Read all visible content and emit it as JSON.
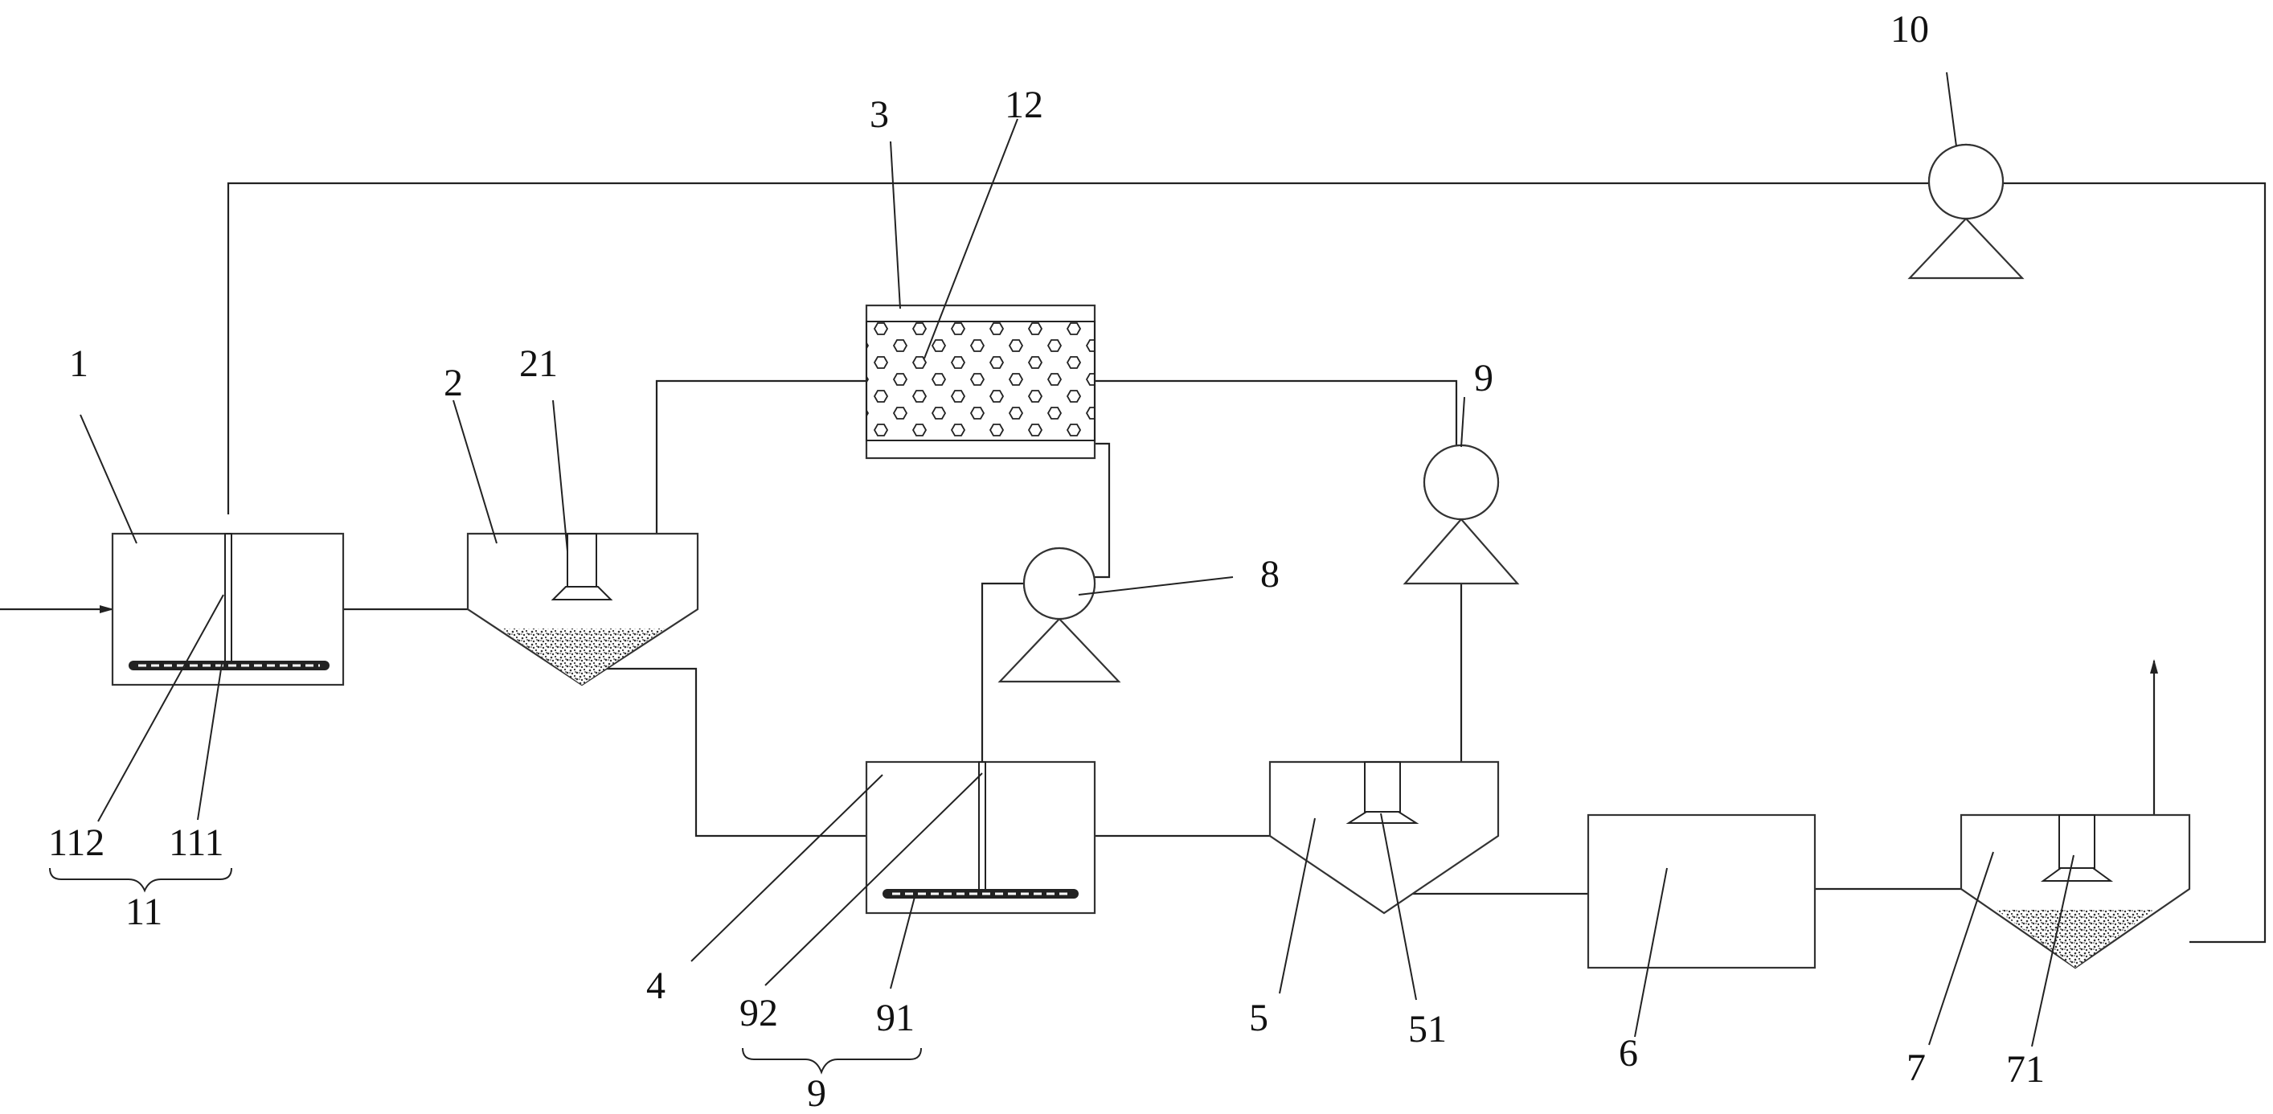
{
  "diagram": {
    "labels": {
      "l1": "1",
      "l2": "2",
      "l21": "21",
      "l3": "3",
      "l12": "12",
      "l4": "4",
      "l5": "5",
      "l51": "51",
      "l6": "6",
      "l7": "7",
      "l71": "71",
      "l8": "8",
      "l9_pump": "9",
      "l10": "10",
      "l11": "11",
      "l111": "111",
      "l112": "112",
      "l9_group": "9",
      "l91": "91",
      "l92": "92"
    }
  }
}
